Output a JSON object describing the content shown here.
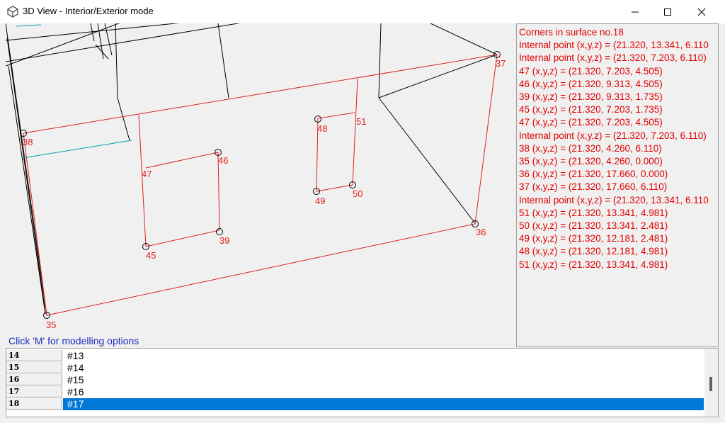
{
  "window": {
    "title": "3D View - Interior/Exterior mode"
  },
  "hint": "Click 'M' for modelling options",
  "info_lines": [
    "Corners in surface no.18",
    "Internal point (x,y,z) = (21.320, 13.341, 6.110",
    "Internal point (x,y,z) = (21.320, 7.203, 6.110)",
    "47  (x,y,z) = (21.320, 7.203, 4.505)",
    "46  (x,y,z) = (21.320, 9.313, 4.505)",
    "39  (x,y,z) = (21.320, 9.313, 1.735)",
    "45  (x,y,z) = (21.320, 7.203, 1.735)",
    "47  (x,y,z) = (21.320, 7.203, 4.505)",
    "Internal point (x,y,z) = (21.320, 7.203, 6.110)",
    "38  (x,y,z) = (21.320, 4.260, 6.110)",
    "35  (x,y,z) = (21.320, 4.260, 0.000)",
    "36  (x,y,z) = (21.320, 17.660, 0.000)",
    "37  (x,y,z) = (21.320, 17.660, 6.110)",
    "Internal point (x,y,z) = (21.320, 13.341, 6.110",
    "51  (x,y,z) = (21.320, 13.341, 4.981)",
    "50  (x,y,z) = (21.320, 13.341, 2.481)",
    "49  (x,y,z) = (21.320, 12.181, 2.481)",
    "48  (x,y,z) = (21.320, 12.181, 4.981)",
    "51  (x,y,z) = (21.320, 13.341, 4.981)"
  ],
  "vertex_labels": {
    "v35": "35",
    "v36": "36",
    "v37": "37",
    "v38": "38",
    "v39": "39",
    "v45": "45",
    "v46": "46",
    "v47": "47",
    "v48": "48",
    "v49": "49",
    "v50": "50",
    "v51": "51"
  },
  "table_rows": [
    {
      "num": "14",
      "value": "#13"
    },
    {
      "num": "15",
      "value": "#14"
    },
    {
      "num": "16",
      "value": "#15"
    },
    {
      "num": "17",
      "value": "#16"
    },
    {
      "num": "18",
      "value": "#17"
    }
  ],
  "colors": {
    "surface": "#e02020",
    "wire": "#000000",
    "accent_line": "#00a0b0",
    "selection": "#0078d7",
    "info_text": "#e00000",
    "hint_text": "#1c2cbd"
  },
  "icons": [
    "cube-icon",
    "minimize-icon",
    "maximize-icon",
    "close-icon"
  ]
}
